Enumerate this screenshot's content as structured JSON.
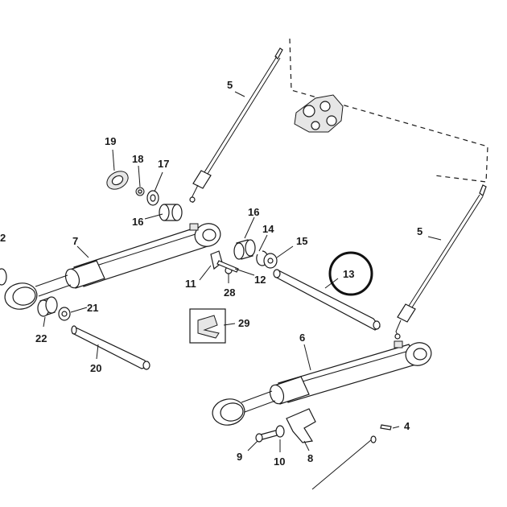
{
  "diagram": {
    "callouts": {
      "c2": "2",
      "c4": "4",
      "c5a": "5",
      "c5b": "5",
      "c6": "6",
      "c7": "7",
      "c8": "8",
      "c9": "9",
      "c10": "10",
      "c11": "11",
      "c12": "12",
      "c13": "13",
      "c14": "14",
      "c15": "15",
      "c16a": "16",
      "c16b": "16",
      "c17": "17",
      "c18": "18",
      "c19": "19",
      "c20": "20",
      "c21": "21",
      "c22": "22",
      "c28": "28",
      "c29": "29"
    },
    "highlighted_callout": "13"
  }
}
